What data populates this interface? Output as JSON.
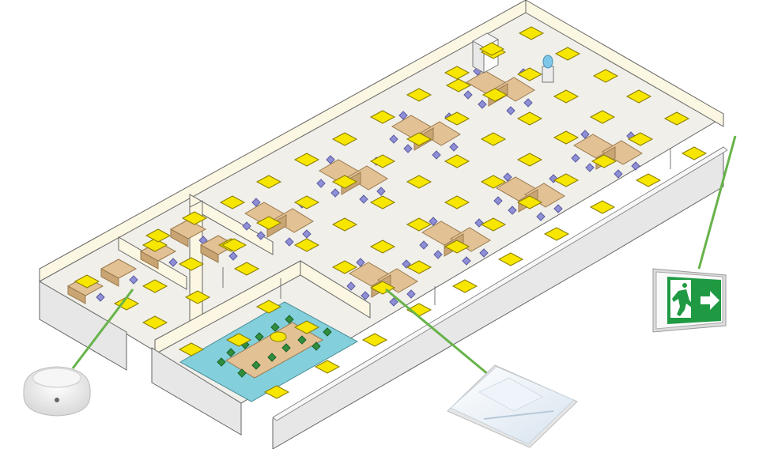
{
  "diagram": {
    "kind": "isometric office floor plan with lighting",
    "colors": {
      "floor": "#f0efe9",
      "wall_cream": "#fbf7e2",
      "wall_grey": "#e7e7e7",
      "wall_outline": "#555555",
      "light_panel": "#f7e600",
      "light_panel_edge": "#8a7d00",
      "callout_line": "#67b34a",
      "desk": "#e2c195",
      "chair": "#8f8fd8",
      "meeting_floor": "#83cfdb",
      "meeting_chair": "#2f8f3e",
      "exit_sign_green": "#1f9a43"
    },
    "rooms": [
      "open-plan-office",
      "meeting-room",
      "private-office-1",
      "private-office-2"
    ],
    "callouts": [
      {
        "name": "smoke-detector",
        "icon": "smoke-detector-icon"
      },
      {
        "name": "ceiling-light-panel",
        "icon": "light-panel-icon"
      },
      {
        "name": "emergency-exit-sign",
        "icon": "exit-sign-icon"
      }
    ]
  }
}
